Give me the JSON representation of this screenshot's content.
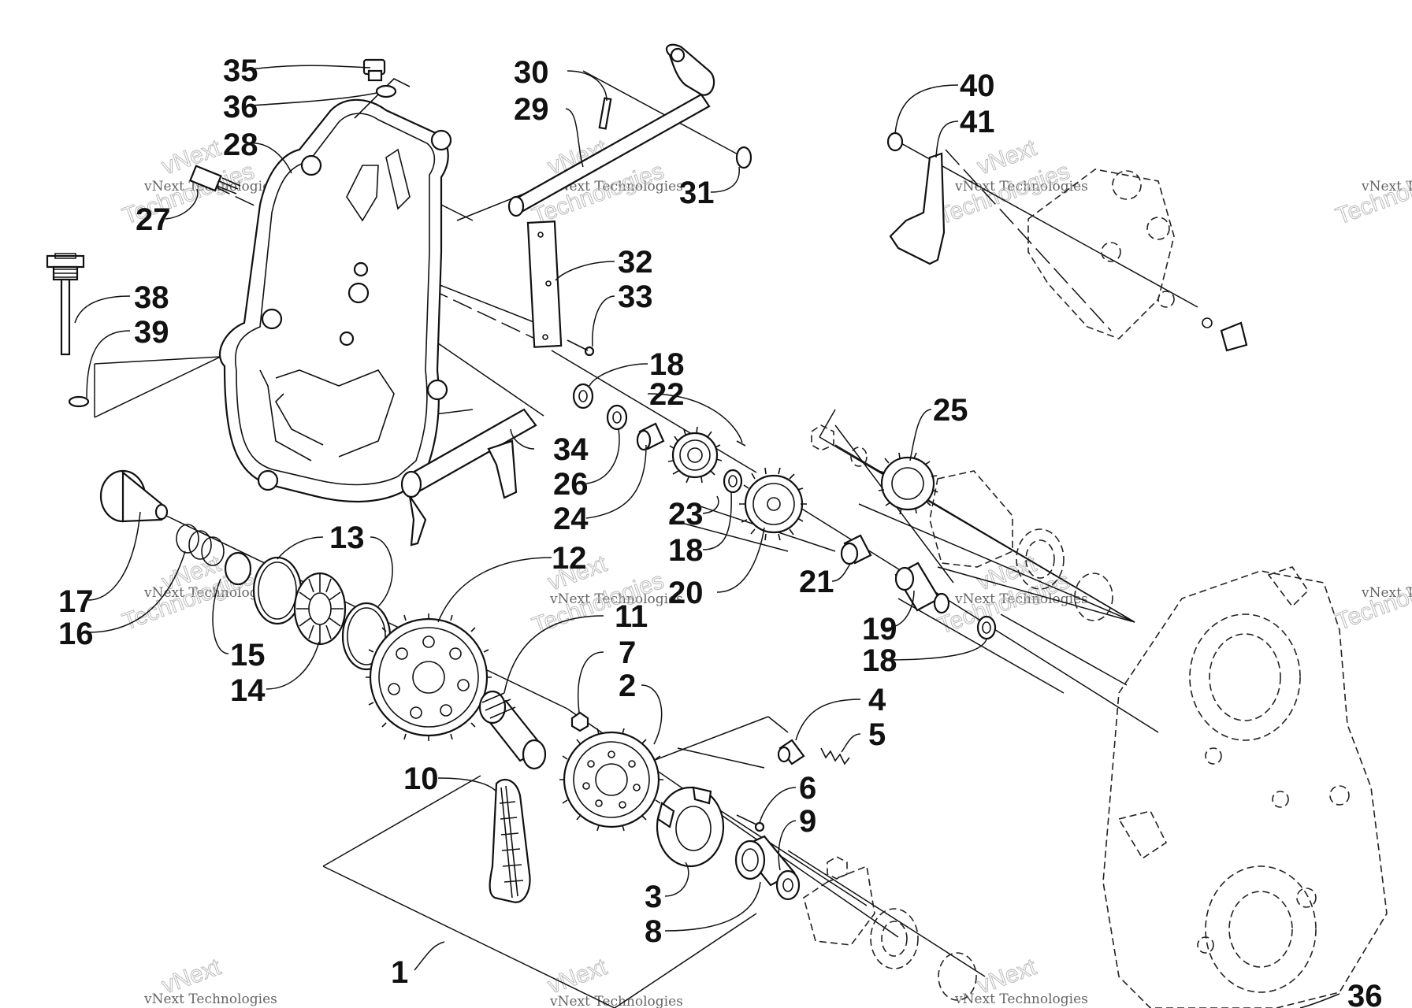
{
  "diagram": {
    "watermark": {
      "line1": "vNext Technologies",
      "line2": "vNext",
      "line3": "Technologies"
    },
    "callouts": [
      {
        "id": "1",
        "text": "1"
      },
      {
        "id": "2",
        "text": "2"
      },
      {
        "id": "3",
        "text": "3"
      },
      {
        "id": "4",
        "text": "4"
      },
      {
        "id": "5",
        "text": "5"
      },
      {
        "id": "6",
        "text": "6"
      },
      {
        "id": "7",
        "text": "7"
      },
      {
        "id": "8",
        "text": "8"
      },
      {
        "id": "9",
        "text": "9"
      },
      {
        "id": "10",
        "text": "10"
      },
      {
        "id": "11",
        "text": "11"
      },
      {
        "id": "12",
        "text": "12"
      },
      {
        "id": "13",
        "text": "13"
      },
      {
        "id": "14",
        "text": "14"
      },
      {
        "id": "15",
        "text": "15"
      },
      {
        "id": "16",
        "text": "16"
      },
      {
        "id": "17",
        "text": "17"
      },
      {
        "id": "18a",
        "text": "18"
      },
      {
        "id": "18b",
        "text": "18"
      },
      {
        "id": "18c",
        "text": "18"
      },
      {
        "id": "19",
        "text": "19"
      },
      {
        "id": "20",
        "text": "20"
      },
      {
        "id": "21",
        "text": "21"
      },
      {
        "id": "22",
        "text": "22"
      },
      {
        "id": "23",
        "text": "23"
      },
      {
        "id": "24",
        "text": "24"
      },
      {
        "id": "25",
        "text": "25"
      },
      {
        "id": "26",
        "text": "26"
      },
      {
        "id": "27",
        "text": "27"
      },
      {
        "id": "28",
        "text": "28"
      },
      {
        "id": "29",
        "text": "29"
      },
      {
        "id": "30",
        "text": "30"
      },
      {
        "id": "31",
        "text": "31"
      },
      {
        "id": "32",
        "text": "32"
      },
      {
        "id": "33",
        "text": "33"
      },
      {
        "id": "34",
        "text": "34"
      },
      {
        "id": "35",
        "text": "35"
      },
      {
        "id": "36a",
        "text": "36"
      },
      {
        "id": "36b",
        "text": "36"
      },
      {
        "id": "38",
        "text": "38"
      },
      {
        "id": "39",
        "text": "39"
      },
      {
        "id": "40",
        "text": "40"
      },
      {
        "id": "41",
        "text": "41"
      }
    ]
  }
}
